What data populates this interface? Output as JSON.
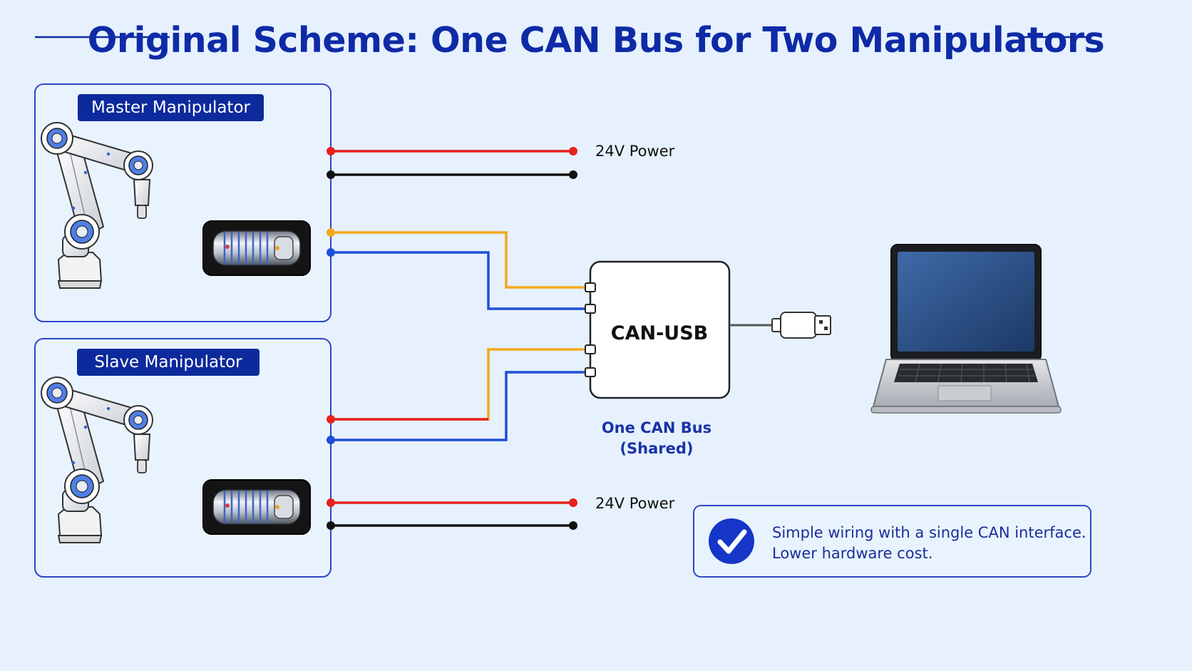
{
  "title": "Original Scheme: One CAN Bus for Two Manipulators",
  "master": {
    "label": "Master Manipulator",
    "power_label": "24V Power"
  },
  "slave": {
    "label": "Slave Manipulator",
    "power_label": "24V Power"
  },
  "adapter": {
    "label": "CAN-USB"
  },
  "bus": {
    "line1": "One CAN Bus",
    "line2": "(Shared)"
  },
  "benefit": {
    "line1": "Simple wiring with a single CAN interface.",
    "line2": "Lower hardware cost."
  },
  "icons": {
    "robot_arm": "robot-arm-icon",
    "connector": "can-connector-icon",
    "usb_plug": "usb-plug-icon",
    "laptop": "laptop-icon",
    "check": "checkmark-icon"
  },
  "colors": {
    "title": "#0f2aa6",
    "badge": "#0d2a9c",
    "power_positive": "#e8201e",
    "ground": "#111111",
    "can_high": "#f4a81c",
    "can_low": "#1d4fd8",
    "panel_border": "#2f46c8",
    "check_circle": "#1536c6"
  }
}
